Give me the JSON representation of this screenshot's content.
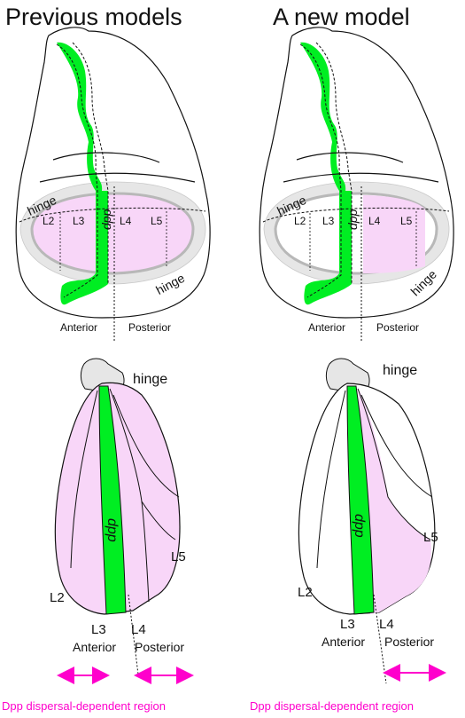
{
  "titles": {
    "left": "Previous models",
    "right": "A new model"
  },
  "labels": {
    "hinge": "hinge",
    "dpp": "dpp",
    "l2": "L2",
    "l3": "L3",
    "l4": "L4",
    "l5": "L5",
    "anterior": "Anterior",
    "posterior": "Posterior"
  },
  "captions": {
    "left": "Dpp dispersal-dependent region",
    "right": "Dpp dispersal-dependent region"
  },
  "colors": {
    "dpp_green": "#00ee22",
    "pouch_pink": "#f8d6f8",
    "hinge_gray": "#e6e6e6",
    "arrow_magenta": "#ff00cc"
  },
  "icons": [
    "double-headed-arrow-icon"
  ]
}
